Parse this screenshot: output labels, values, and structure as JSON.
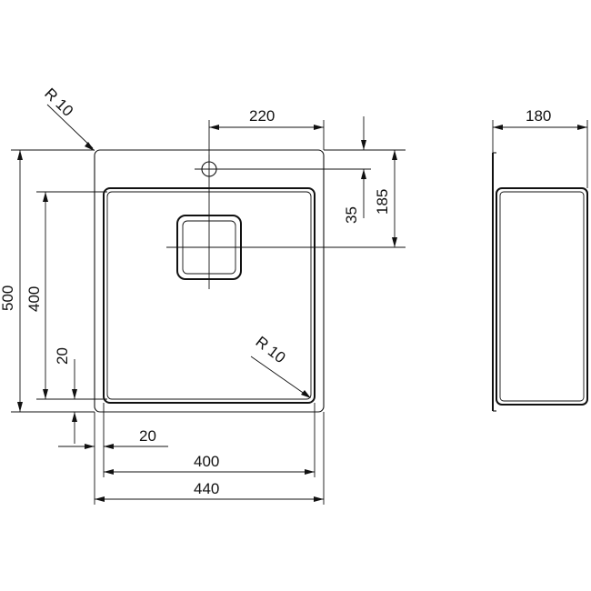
{
  "diagram": {
    "dimensions": {
      "top_width_220": "220",
      "side_depth_180": "180",
      "right_35": "35",
      "right_185": "185",
      "left_500": "500",
      "left_400": "400",
      "left_20": "20",
      "bottom_20": "20",
      "bottom_400": "400",
      "bottom_440": "440",
      "radius_outer": "R 10",
      "radius_inner": "R 10"
    }
  }
}
